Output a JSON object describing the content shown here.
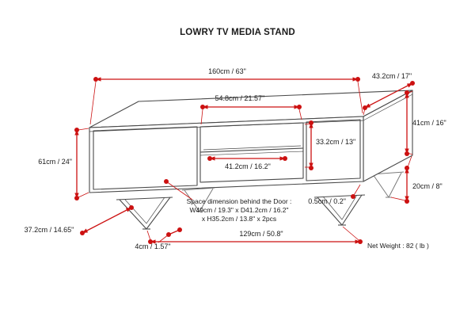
{
  "title": "LOWRY TV MEDIA STAND",
  "dims": {
    "top_width": "160cm / 63\"",
    "top_depth": "43.2cm / 17\"",
    "opening_width": "54.8cm / 21.57''",
    "body_height": "41cm / 16\"",
    "opening_height": "33.2cm / 13\"",
    "overall_height": "61cm / 24\"",
    "shelf_width": "41.2cm / 16.2\"",
    "leg_height": "20cm / 8\"",
    "door_gap": "0.5cm / 0.2\"",
    "depth": "37.2cm / 14.65\"",
    "leg_strap_width": "4cm / 1.57\"",
    "leg_span": "129cm / 50.8\""
  },
  "note": {
    "line1": "Space dimension behind the Door :",
    "line2": "W49cm / 19.3\" x D41.2cm / 16.2\"",
    "line3": "x H35.2cm / 13.8\" x 2pcs"
  },
  "net_weight": "Net Weight : 82 ( lb )",
  "colors": {
    "dimension_red": "#cc1111",
    "line_gray": "#4a4a4a",
    "text": "#1a1a1a",
    "background": "#ffffff"
  }
}
